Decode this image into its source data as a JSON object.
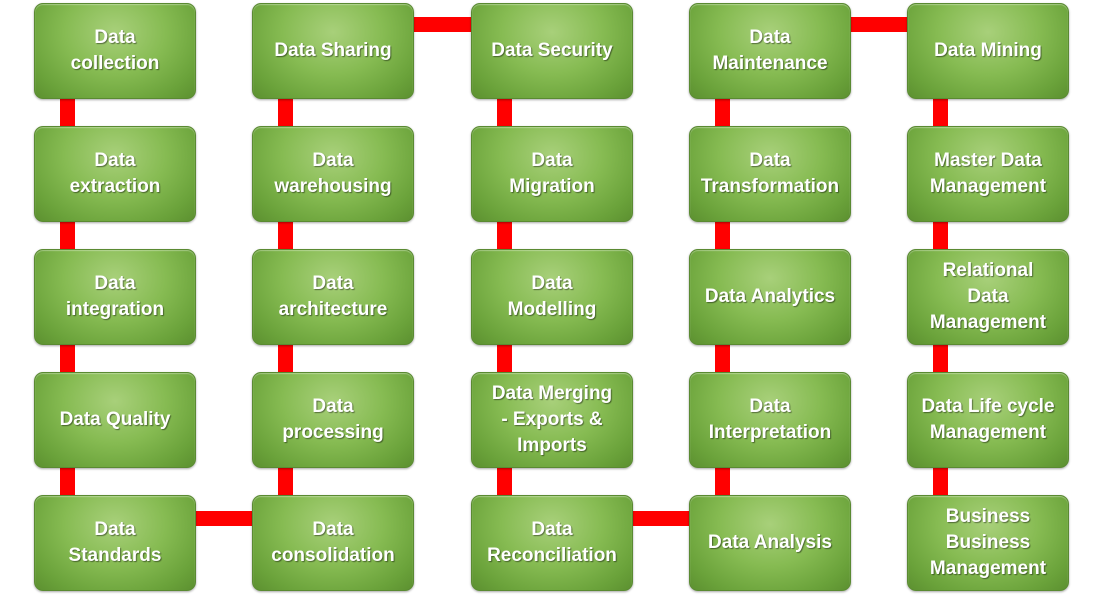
{
  "connector_color": "#ff0000",
  "box_color": "#7fb64a",
  "columns": [
    {
      "boxes": [
        "Data\ncollection",
        "Data\nextraction",
        "Data\nintegration",
        "Data Quality",
        "Data\nStandards"
      ]
    },
    {
      "boxes": [
        "Data Sharing",
        "Data\nwarehousing",
        "Data\narchitecture",
        "Data\nprocessing",
        "Data\nconsolidation"
      ]
    },
    {
      "boxes": [
        "Data Security",
        "Data\nMigration",
        "Data\nModelling",
        "Data Merging\n- Exports &\nImports",
        "Data\nReconciliation"
      ]
    },
    {
      "boxes": [
        "Data\nMaintenance",
        "Data\nTransformation",
        "Data Analytics",
        "Data\nInterpretation",
        "Data Analysis"
      ]
    },
    {
      "boxes": [
        "Data Mining",
        "Master Data\nManagement",
        "Relational\nData\nManagement",
        "Data Life cycle\nManagement",
        "Business\nBusiness\nManagement"
      ]
    }
  ]
}
